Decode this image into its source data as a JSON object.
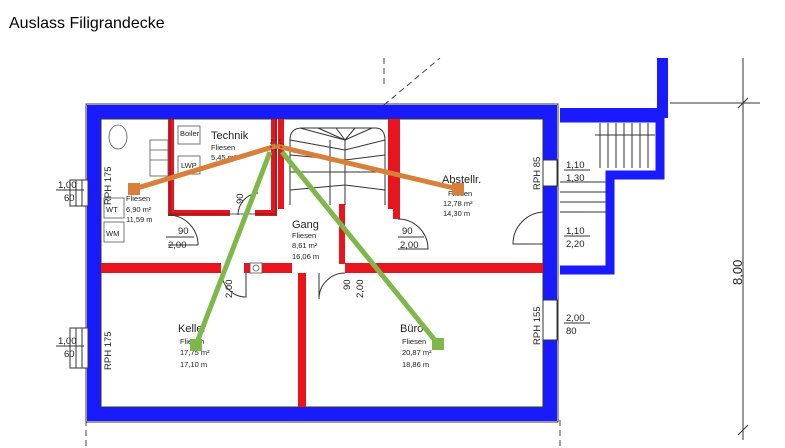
{
  "caption": "Auslass Filigrandecke",
  "colors": {
    "wall_outer": "#1a1aff",
    "wall_inner": "#e8141e",
    "link_orange": "#d8803a",
    "link_green": "#7fb84a"
  },
  "rooms": {
    "technik": {
      "name": "Technik",
      "floor": "Fliesen",
      "area": "5,45 m²",
      "boiler": "Boiler",
      "lwp": "LWP"
    },
    "abstell": {
      "name": "Abstellr.",
      "floor": "Fliesen",
      "area": "12,78 m²",
      "perimeter": "14,30 m"
    },
    "gang": {
      "name": "Gang",
      "floor": "Fliesen",
      "area": "8,61 m²",
      "perimeter": "16,06 m"
    },
    "wasch": {
      "floor": "Fliesen",
      "area": "6,90 m²",
      "perimeter": "11,59 m",
      "wt": "WT",
      "wm": "WM"
    },
    "keller": {
      "name": "Keller",
      "floor": "Fliesen",
      "area": "17,75 m²",
      "perimeter": "17,10 m"
    },
    "buero": {
      "name": "Büro",
      "floor": "Fliesen",
      "area": "20,87 m²",
      "perimeter": "18,86 m"
    }
  },
  "dims": {
    "w1_top": "1,00",
    "w1_bot": "60",
    "w2_top": "1,00",
    "w2_bot": "60",
    "r1_top": "1,10",
    "r1_bot": "1,30",
    "r2_top": "1,10",
    "r2_bot": "2,20",
    "r3_top": "2,00",
    "r3_bot": "80",
    "d1_top": "90",
    "d1_bot": "2,00",
    "d2_top": "90",
    "d2_bot": "2,00",
    "d_techgang": "90",
    "d_keller": "2,00",
    "d_buero": "90",
    "d_buero2": "2,00",
    "total": "8,00",
    "rph_left1": "RPH 175",
    "rph_left2": "RPH 175",
    "rph_right1": "RPH 85",
    "rph_right2": "RPH 155"
  }
}
